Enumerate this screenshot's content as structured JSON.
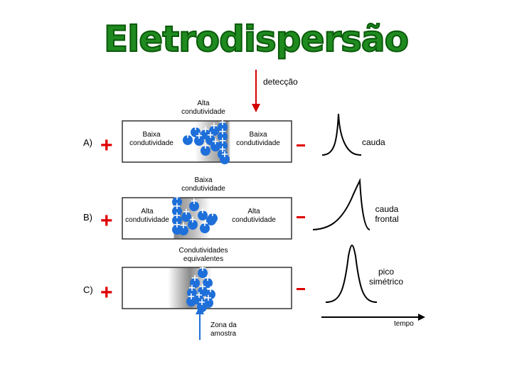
{
  "title": "Eletrodispersão",
  "detection_label": "detecção",
  "rows": [
    {
      "id": "A",
      "label": "A)",
      "above_label": [
        "Alta",
        "condutividade"
      ],
      "left_text": [
        "Baixa",
        "condutividade"
      ],
      "right_text": [
        "Baixa",
        "condutividade"
      ],
      "result": [
        "cauda"
      ]
    },
    {
      "id": "B",
      "label": "B)",
      "above_label": [
        "Baixa",
        "condutividade"
      ],
      "left_text": [
        "Alta",
        "condutividade"
      ],
      "right_text": [
        "Alta",
        "condutividade"
      ],
      "result": [
        "cauda",
        "frontal"
      ]
    },
    {
      "id": "C",
      "label": "C)",
      "above_label": [
        "Condutividades",
        "equivalentes"
      ],
      "left_text": [],
      "right_text": [],
      "result": [
        "pico",
        "simétrico"
      ]
    }
  ],
  "sample_zone_label": [
    "Zona da",
    "amostra"
  ],
  "time_label": "tempo",
  "anode_symbol": "+",
  "ion_symbol": "+",
  "colors": {
    "title": "#1f8a1f",
    "electrode": "#e00000",
    "ion": "#1e6fd9",
    "zone_gradient_mid": "#8a8a8a",
    "detector_arrow": "#d40000",
    "sample_arrow": "#1e6fd9"
  }
}
